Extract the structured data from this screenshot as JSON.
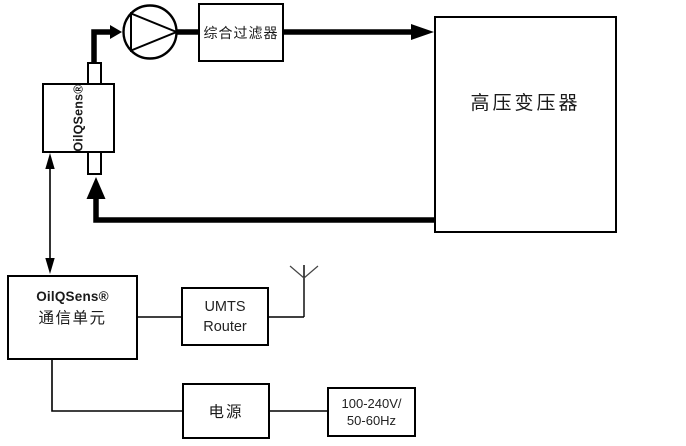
{
  "diagram": {
    "sensor": {
      "label": "OilQSens®"
    },
    "filter": {
      "label": "综合过滤器"
    },
    "transformer": {
      "label": "高压变压器"
    },
    "comm_unit": {
      "line1": "OilQSens®",
      "line2": "通信单元"
    },
    "router": {
      "line1": "UMTS",
      "line2": "Router"
    },
    "power": {
      "label": "电源"
    },
    "mains": {
      "line1": "100-240V/",
      "line2": "50-60Hz"
    }
  },
  "colors": {
    "line": "#000000",
    "text": "#1a1a1a",
    "background": "#ffffff",
    "antenna_arm": "#444444"
  }
}
